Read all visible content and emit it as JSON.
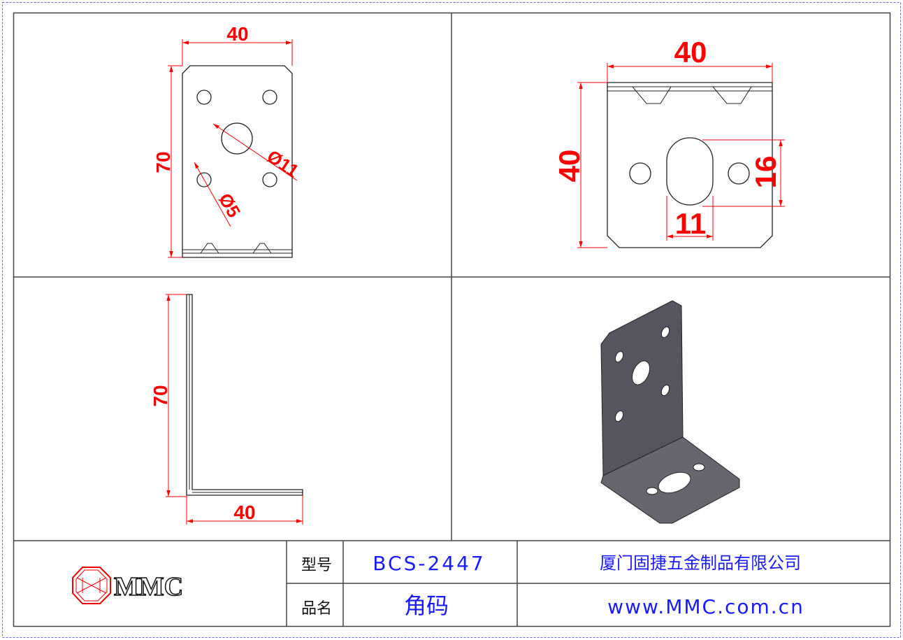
{
  "views": {
    "front": {
      "width_dim": "40",
      "height_dim": "70",
      "big_hole_dim": "Ø11",
      "small_hole_dim": "Ø5"
    },
    "top": {
      "width_dim": "40",
      "height_dim": "40",
      "slot_length_dim": "16",
      "slot_width_dim": "11"
    },
    "side": {
      "height_dim": "70",
      "width_dim": "40"
    }
  },
  "title_block": {
    "logo_text": "MMC",
    "model_label": "型号",
    "model_value": "BCS-2447",
    "name_label": "品名",
    "name_value": "角码",
    "company": "厦门固捷五金制品有限公司",
    "website": "www.MMC.com.cn"
  },
  "colors": {
    "dimension": "#ff0000",
    "title_text": "#1a1aff",
    "part": "#55555f"
  }
}
